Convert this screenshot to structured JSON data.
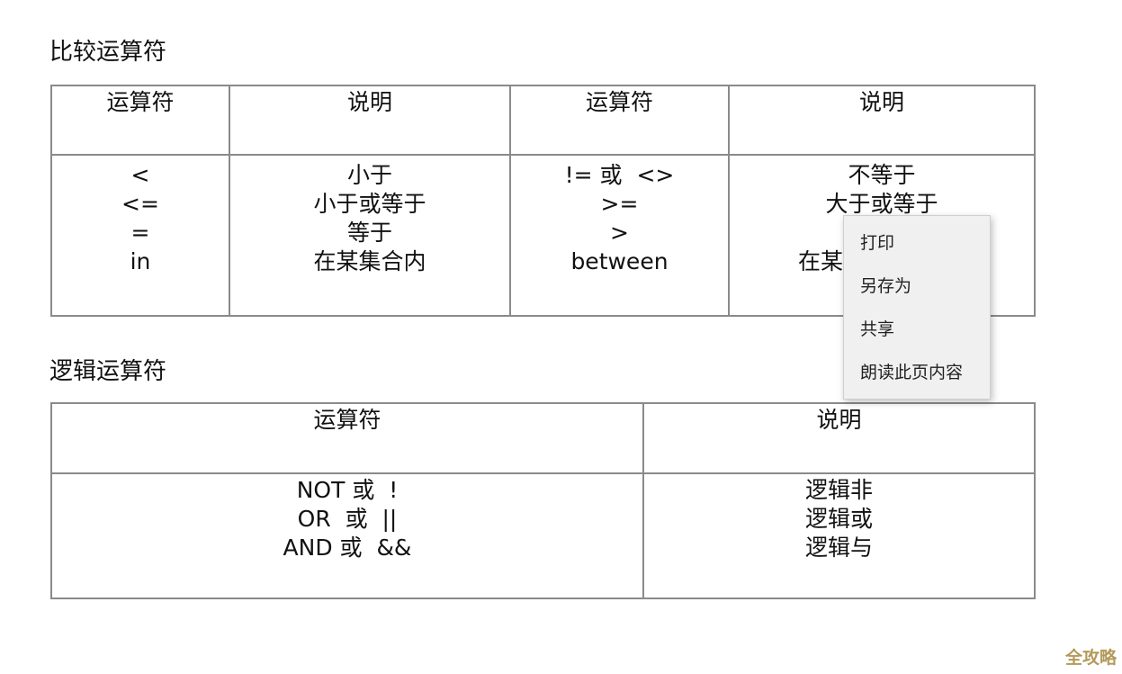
{
  "comparison": {
    "title": "比较运算符",
    "headers": [
      "运算符",
      "说明",
      "运算符",
      "说明"
    ],
    "cells": [
      [
        "<",
        "<=",
        "=",
        "in"
      ],
      [
        "小于",
        "小于或等于",
        "等于",
        "在某集合内"
      ],
      [
        "!= 或  <>",
        ">=",
        ">",
        "between"
      ],
      [
        "不等于",
        "大于或等于",
        "",
        "在某"
      ]
    ]
  },
  "logical": {
    "title": "逻辑运算符",
    "headers": [
      "运算符",
      "说明"
    ],
    "cells": [
      [
        "NOT 或  !",
        "OR  或  ||",
        "AND 或  &&"
      ],
      [
        "逻辑非",
        "逻辑或",
        "逻辑与"
      ]
    ]
  },
  "context_menu": {
    "items": [
      "打印",
      "另存为",
      "共享",
      "朗读此页内容"
    ]
  },
  "watermark": "全攻略"
}
